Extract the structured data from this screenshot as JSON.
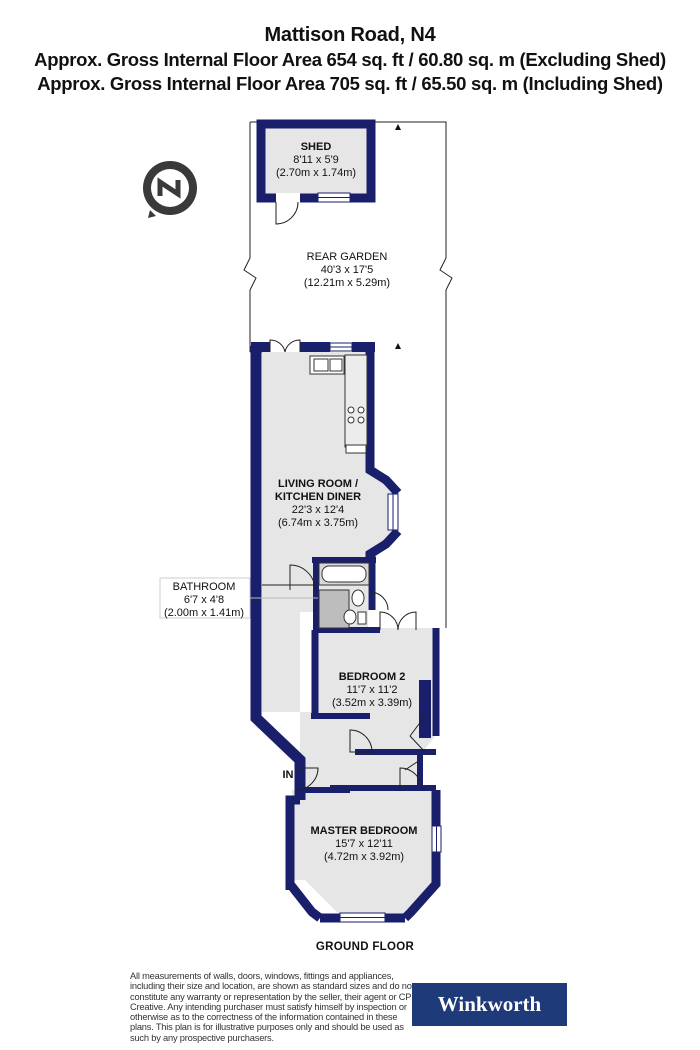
{
  "header": {
    "title": "Mattison Road, N4",
    "area_excluding": "Approx. Gross Internal Floor Area 654 sq. ft / 60.80 sq. m (Excluding Shed)",
    "area_including": "Approx. Gross Internal Floor Area 705 sq. ft / 65.50 sq. m (Including Shed)"
  },
  "rooms": {
    "shed": {
      "name": "SHED",
      "imperial": "8'11 x 5'9",
      "metric": "(2.70m x 1.74m)"
    },
    "rear_garden": {
      "name": "REAR GARDEN",
      "imperial": "40'3 x 17'5",
      "metric": "(12.21m x 5.29m)"
    },
    "living_room": {
      "name_line1": "LIVING ROOM /",
      "name_line2": "KITCHEN DINER",
      "imperial": "22'3 x 12'4",
      "metric": "(6.74m x 3.75m)"
    },
    "bathroom": {
      "name": "BATHROOM",
      "imperial": "6'7 x 4'8",
      "metric": "(2.00m x 1.41m)"
    },
    "bedroom_2": {
      "name": "BEDROOM 2",
      "imperial": "11'7 x 11'2",
      "metric": "(3.52m x 3.39m)"
    },
    "master_bedroom": {
      "name": "MASTER BEDROOM",
      "imperial": "15'7 x 12'11",
      "metric": "(4.72m x 3.92m)"
    }
  },
  "entrance_label": "IN",
  "floor_label": "GROUND FLOOR",
  "disclaimer": "All measurements of walls, doors, windows, fittings and appliances, including their size and location, are shown as standard sizes and do not constitute any warranty or representation by the seller, their agent or CP Creative. Any intending purchaser must satisfy himself by inspection or otherwise as to the correctness of the information contained in these plans. This plan is for illustrative purposes only and should be used as such by any prospective purchasers.",
  "brand": "Winkworth",
  "colors": {
    "wall": "#1a1f6b",
    "room_fill": "#e6e6e6",
    "brand_bg": "#1f3a78",
    "compass": "#3a3a3a"
  },
  "icons": {
    "compass": "north-arrow-icon"
  }
}
